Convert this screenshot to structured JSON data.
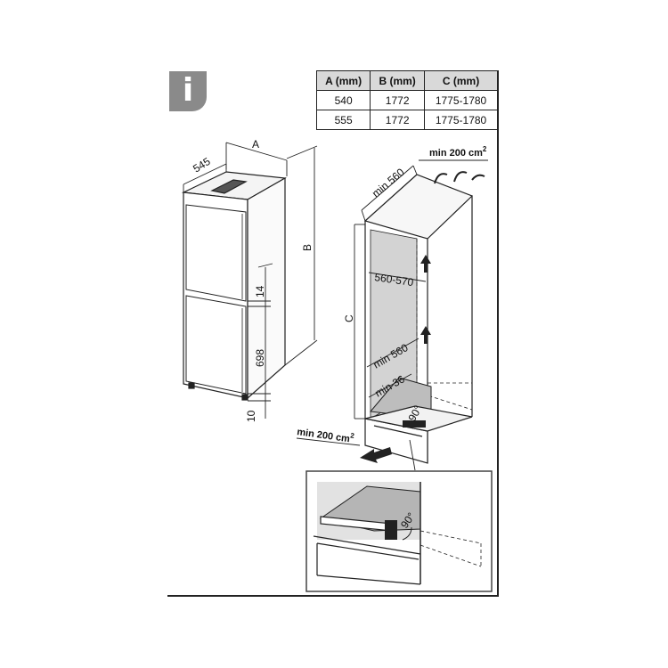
{
  "info_badge": {
    "glyph": "i"
  },
  "dimension_table": {
    "headers": [
      "A (mm)",
      "B (mm)",
      "C (mm)"
    ],
    "rows": [
      [
        "540",
        "1772",
        "1775-1780"
      ],
      [
        "555",
        "1772",
        "1775-1780"
      ]
    ]
  },
  "appliance_labels": {
    "depth": "545",
    "width": "A",
    "height": "B",
    "gap_doors": "14",
    "lower_door": "698",
    "bottom_gap": "10"
  },
  "niche_labels": {
    "depth": "min 560",
    "vent_top": "min 200 cm",
    "vent_top_sup": "2",
    "width": "560-570",
    "height": "C",
    "inner_depth": "min 560",
    "inner_gap": "min 36",
    "angle": "90°",
    "vent_bottom": "min 200 cm",
    "vent_bottom_sup": "2"
  },
  "detail_labels": {
    "angle": "90°"
  }
}
